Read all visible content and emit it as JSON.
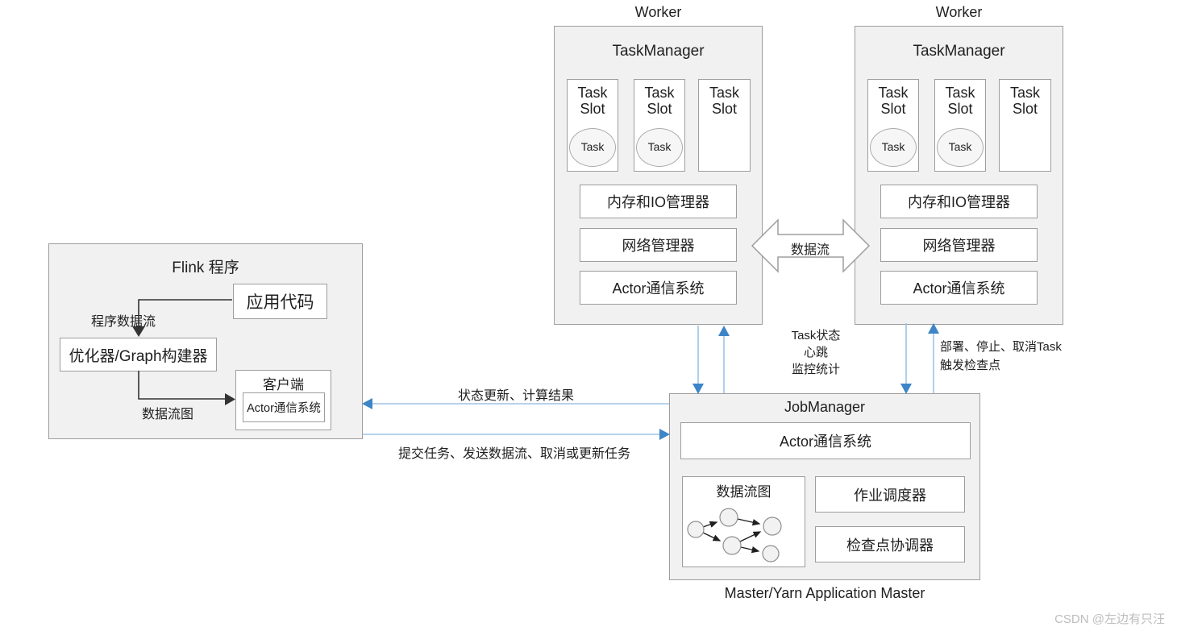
{
  "workers": [
    {
      "label": "Worker",
      "manager_title": "TaskManager",
      "slots": [
        {
          "label": "Task Slot",
          "task": "Task"
        },
        {
          "label": "Task Slot",
          "task": "Task"
        },
        {
          "label": "Task Slot"
        }
      ],
      "components": [
        "内存和IO管理器",
        "网络管理器",
        "Actor通信系统"
      ]
    },
    {
      "label": "Worker",
      "manager_title": "TaskManager",
      "slots": [
        {
          "label": "Task Slot",
          "task": "Task"
        },
        {
          "label": "Task Slot",
          "task": "Task"
        },
        {
          "label": "Task Slot"
        }
      ],
      "components": [
        "内存和IO管理器",
        "网络管理器",
        "Actor通信系统"
      ]
    }
  ],
  "flink_program": {
    "title": "Flink 程序",
    "app_code": "应用代码",
    "optimizer": "优化器/Graph构建器",
    "client_title": "客户端",
    "client_actor": "Actor通信系统",
    "label_program_dataflow": "程序数据流",
    "label_dataflow_graph": "数据流图"
  },
  "job_manager": {
    "title": "JobManager",
    "actor_system": "Actor通信系统",
    "dataflow_graph_title": "数据流图",
    "job_scheduler": "作业调度器",
    "checkpoint_coordinator": "检查点协调器",
    "footer": "Master/Yarn Application Master"
  },
  "arrows": {
    "dataflow_label": "数据流",
    "status_update_label": "状态更新、计算结果",
    "submit_label": "提交任务、发送数据流、取消或更新任务",
    "task_status_lines": [
      "Task状态",
      "心跳",
      "监控统计"
    ],
    "deploy_lines": [
      "部署、停止、取消Task",
      "触发检查点"
    ]
  },
  "watermark": "CSDN @左边有只汪",
  "colors": {
    "panel_fill": "#f1f1f1",
    "panel_border": "#9d9d9d",
    "box_fill": "#ffffff",
    "text": "#1f1f1f",
    "blue_line": "#9dc3e6",
    "blue_arrow": "#3d85c6",
    "black_arrow": "#333333",
    "watermark": "#bdbdbd"
  }
}
